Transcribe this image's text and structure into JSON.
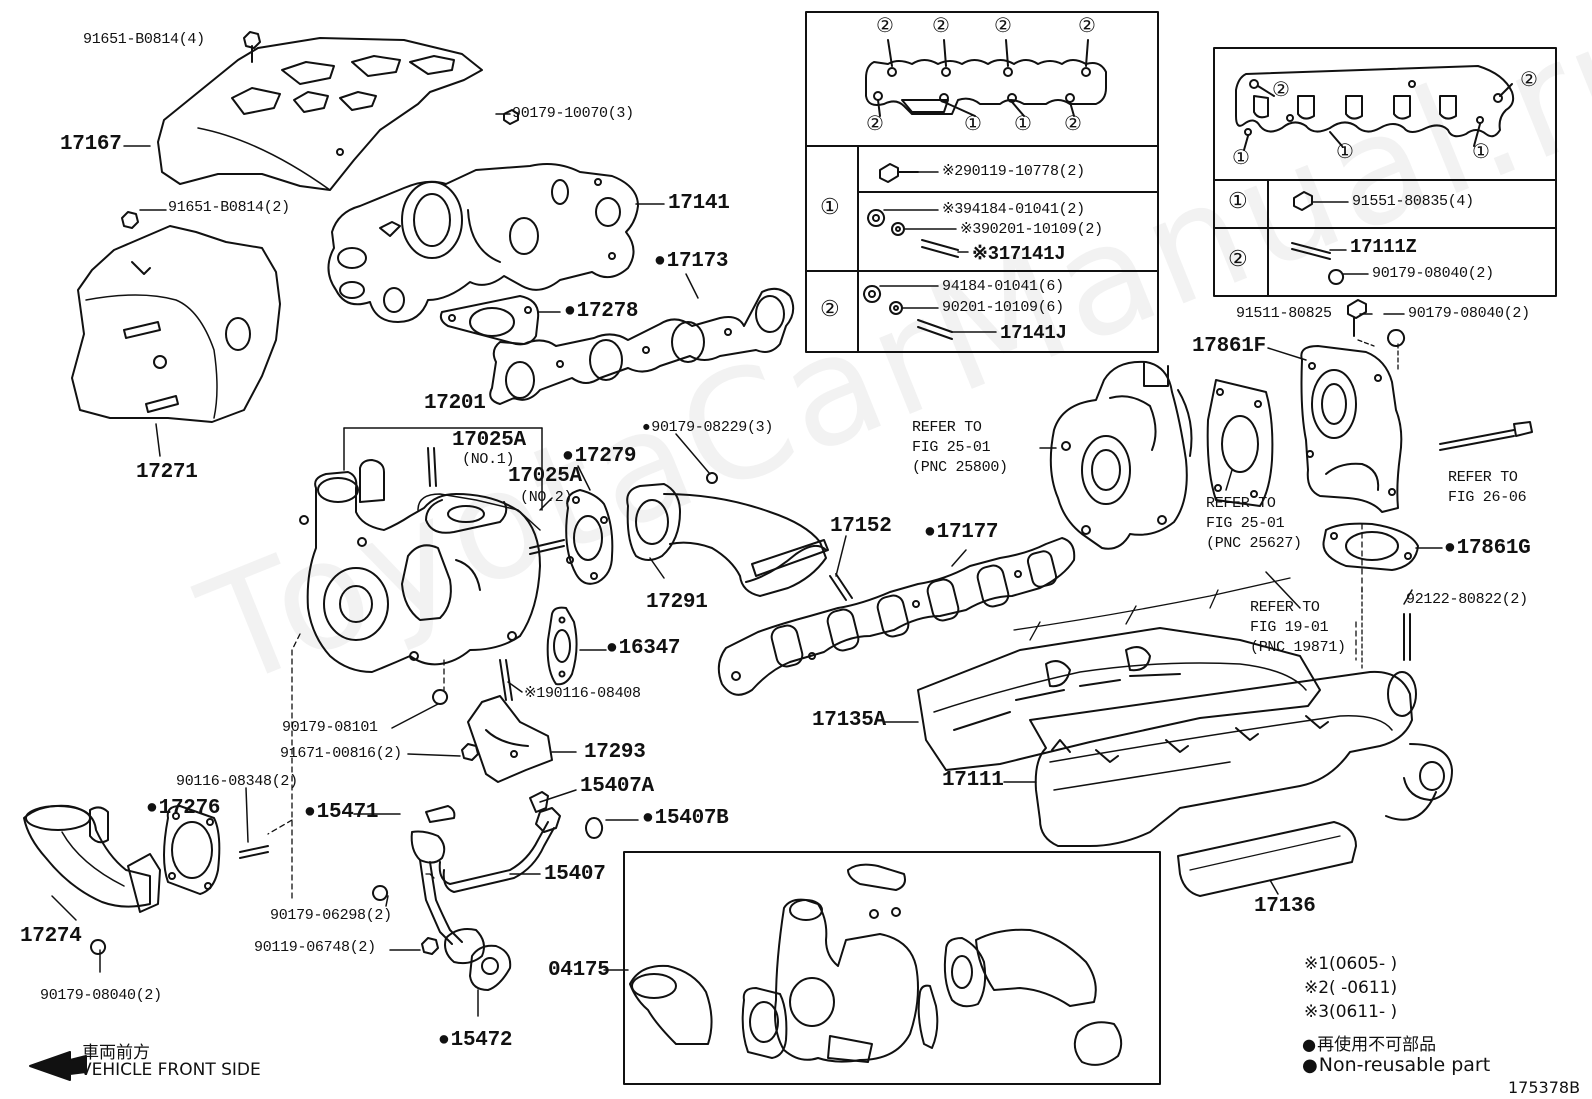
{
  "watermark": "ToyotaCarManual.ru",
  "figure_id": "175378B",
  "parts": {
    "p91651b0814_4": "91651-B0814(4)",
    "p17167": "17167",
    "p90179_10070_3": "90179-10070(3)",
    "p17141": "17141",
    "p91651b0814_2": "91651-B0814(2)",
    "p17173": "17173",
    "p17278": "17278",
    "p17271": "17271",
    "p17201": "17201",
    "p17025a_1": "17025A",
    "p17025a_1_note": "(NO.1)",
    "p17025a_2": "17025A",
    "p17025a_2_note": "(NO.2)",
    "p17279": "17279",
    "p90179_08229_3": "90179-08229(3)",
    "p17152": "17152",
    "p17177": "17177",
    "p17291": "17291",
    "p16347": "16347",
    "p190116_08408": "※190116-08408",
    "p90179_08101": "90179-08101",
    "p91671_00816_2": "91671-00816(2)",
    "p17293": "17293",
    "p90116_08348_2": "90116-08348(2)",
    "p17276": "17276",
    "p15471": "15471",
    "p15407a": "15407A",
    "p15407b": "15407B",
    "p15407": "15407",
    "p90179_06298_2": "90179-06298(2)",
    "p90119_06748_2": "90119-06748(2)",
    "p17274": "17274",
    "p90179_08040_2_bl": "90179-08040(2)",
    "p15472": "15472",
    "p04175": "04175",
    "p17861f": "17861F",
    "p91511_80825": "91511-80825",
    "p90179_08040_2_tr": "90179-08040(2)",
    "p17861g": "17861G",
    "p92122_80822_2": "92122-80822(2)",
    "p17135a": "17135A",
    "p17111": "17111",
    "p17136": "17136"
  },
  "refs": {
    "r25800_a": "REFER TO",
    "r25800_b": "FIG 25-01",
    "r25800_c": "(PNC 25800)",
    "r25627_a": "REFER TO",
    "r25627_b": "FIG 25-01",
    "r25627_c": "(PNC 25627)",
    "r19871_a": "REFER TO",
    "r19871_b": "FIG 19-01",
    "r19871_c": "(PNC 19871)",
    "r2606_a": "REFER TO",
    "r2606_b": "FIG 26-06"
  },
  "inset_left": {
    "c1": "①",
    "c2": "②",
    "row1a": "※290119-10778(2)",
    "row1b": "※394184-01041(2)",
    "row1c": "※390201-10109(2)",
    "row1d": "※317141J",
    "row2a": "94184-01041(6)",
    "row2b": "90201-10109(6)",
    "row2c": "17141J"
  },
  "inset_right": {
    "c1": "①",
    "c2": "②",
    "row1a": "91551-80835(4)",
    "row2a": "17111Z",
    "row2b": "90179-08040(2)"
  },
  "circle_marks": {
    "n1": "①",
    "n2": "②"
  },
  "legend": {
    "note1": "※1(0605-    )",
    "note2": "※2(    -0611)",
    "note3": "※3(0611-    )",
    "nonreuse_ja": "再使用不可部品",
    "nonreuse_en": "Non-reusable part"
  },
  "direction": {
    "ja": "車両前方",
    "en": "VEHICLE FRONT SIDE"
  }
}
